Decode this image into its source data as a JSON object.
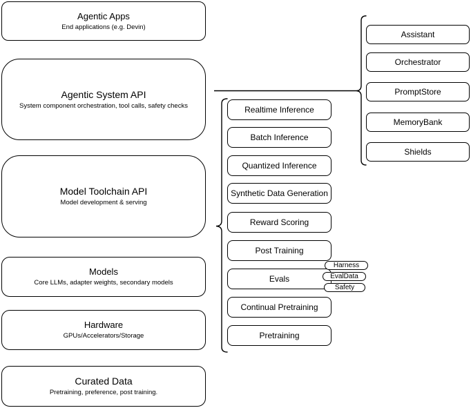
{
  "diagram_title": "Agentic system architecture diagram",
  "colors": {
    "background": "#ffffff",
    "stroke": "#000000",
    "text": "#000000"
  },
  "left_stack": [
    {
      "title": "Agentic Apps",
      "subtitle": "End applications (e.g. Devin)"
    },
    {
      "title": "Agentic System API",
      "subtitle": "System component orchestration, tool calls, safety checks"
    },
    {
      "title": "Model Toolchain API",
      "subtitle": "Model development & serving"
    },
    {
      "title": "Models",
      "subtitle": "Core LLMs, adapter weights, secondary models"
    },
    {
      "title": "Hardware",
      "subtitle": "GPUs/Accelerators/Storage"
    },
    {
      "title": "Curated Data",
      "subtitle": "Pretraining, preference, post training."
    }
  ],
  "toolchain_services": [
    "Realtime Inference",
    "Batch Inference",
    "Quantized Inference",
    "Synthetic Data Generation",
    "Reward Scoring",
    "Post Training",
    "Evals",
    "Continual Pretraining",
    "Pretraining"
  ],
  "eval_tags": [
    "Harness",
    "EvalData",
    "Safety"
  ],
  "system_components": [
    "Assistant",
    "Orchestrator",
    "PromptStore",
    "MemoryBank",
    "Shields"
  ]
}
